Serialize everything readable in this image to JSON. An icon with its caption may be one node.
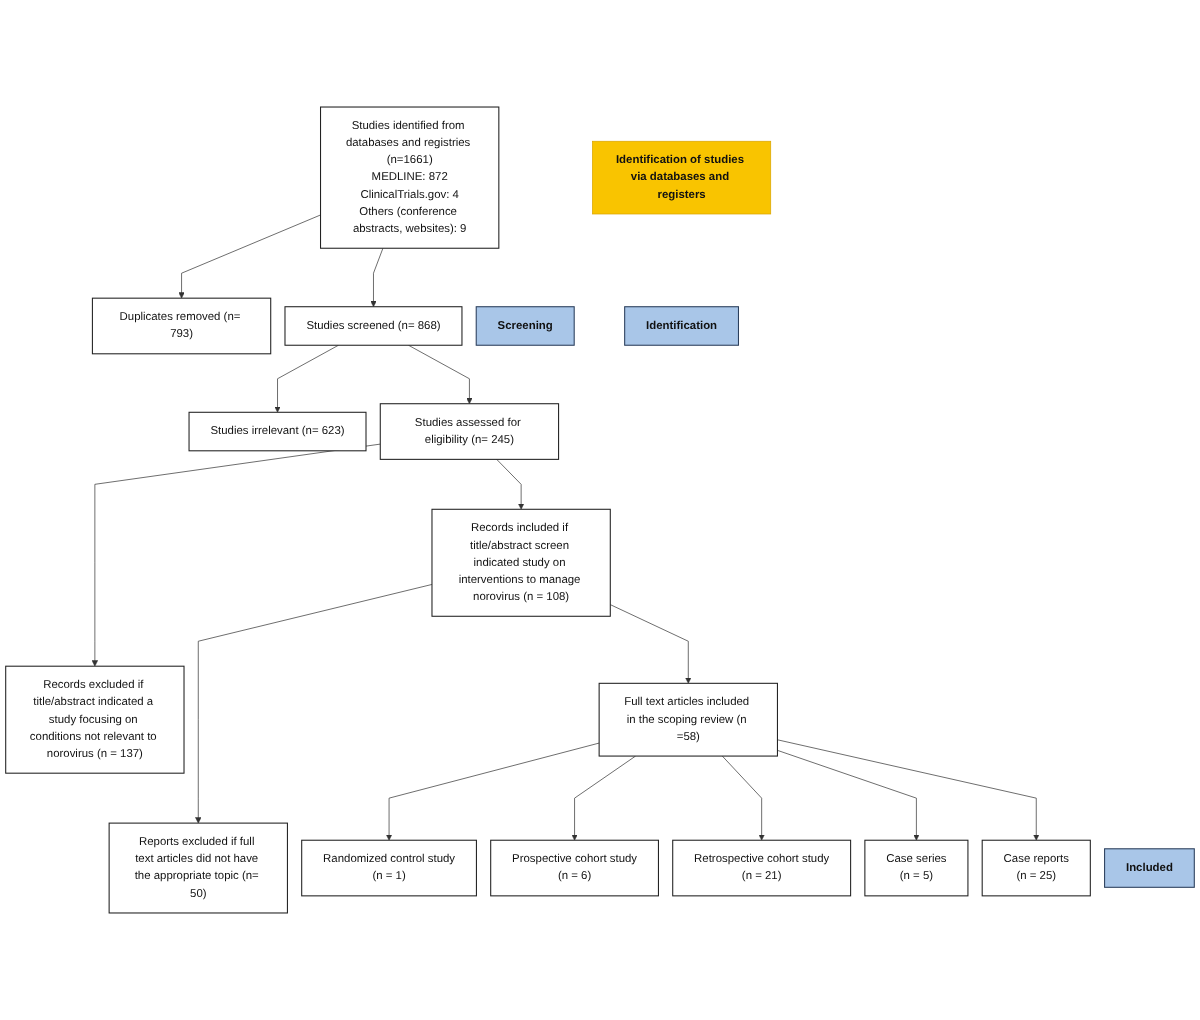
{
  "diagram": {
    "nodes": [
      {
        "text": [
          "Identification of studies via databases and registers"
        ]
      },
      {
        "text": [
          "Identification"
        ]
      },
      {
        "text": [
          "Studies identified from databases and registries (n=1661)",
          "MEDLINE: 872",
          "ClinicalTrials.gov: 4",
          "Others (conference abstracts, websites): 9"
        ]
      },
      {
        "text": [
          "Duplicates removed (n= 793)"
        ]
      },
      {
        "text": [
          "Screening"
        ]
      },
      {
        "text": [
          "Studies screened (n= 868)"
        ]
      },
      {
        "text": [
          "Studies irrelevant (n= 623)"
        ]
      },
      {
        "text": [
          "Studies assessed for eligibility (n= 245)"
        ]
      },
      {
        "text": [
          "Records excluded if title/abstract indicated a study focusing on conditions not relevant to norovirus (n = 137)"
        ]
      },
      {
        "text": [
          "Records included if title/abstract screen indicated study on interventions to manage norovirus (n = 108)"
        ]
      },
      {
        "text": [
          "Reports excluded if full text articles did not have the appropriate topic (n= 50)"
        ]
      },
      {
        "text": [
          "Full text articles included in the scoping review (n =58)"
        ]
      },
      {
        "text": [
          "Included"
        ]
      },
      {
        "text": [
          "Randomized control study",
          "(n = 1)"
        ]
      },
      {
        "text": [
          "Prospective cohort study",
          "(n = 6)"
        ]
      },
      {
        "text": [
          "Retrospective cohort study",
          "(n = 21)"
        ]
      },
      {
        "text": [
          "Case series",
          "(n = 5)"
        ]
      },
      {
        "text": [
          "Case reports",
          "(n = 25)"
        ]
      }
    ],
    "edges": [
      {
        "from": 2,
        "to": 3,
        "arrow": "to"
      },
      {
        "from": 2,
        "to": 5,
        "arrow": "to"
      },
      {
        "from": 5,
        "to": 6,
        "arrow": "to"
      },
      {
        "from": 5,
        "to": 7,
        "arrow": "to"
      },
      {
        "from": 7,
        "to": 8,
        "arrow": "to"
      },
      {
        "from": 7,
        "to": 9,
        "arrow": "to"
      },
      {
        "from": 9,
        "to": 10,
        "arrow": "to"
      },
      {
        "from": 9,
        "to": 11,
        "arrow": "to"
      },
      {
        "from": 11,
        "to": 13,
        "arrow": "to"
      },
      {
        "from": 11,
        "to": 14,
        "arrow": "to"
      },
      {
        "from": 11,
        "to": 15,
        "arrow": "to"
      },
      {
        "from": 11,
        "to": 16,
        "arrow": "to"
      },
      {
        "from": 11,
        "to": 17,
        "arrow": "to"
      }
    ]
  }
}
